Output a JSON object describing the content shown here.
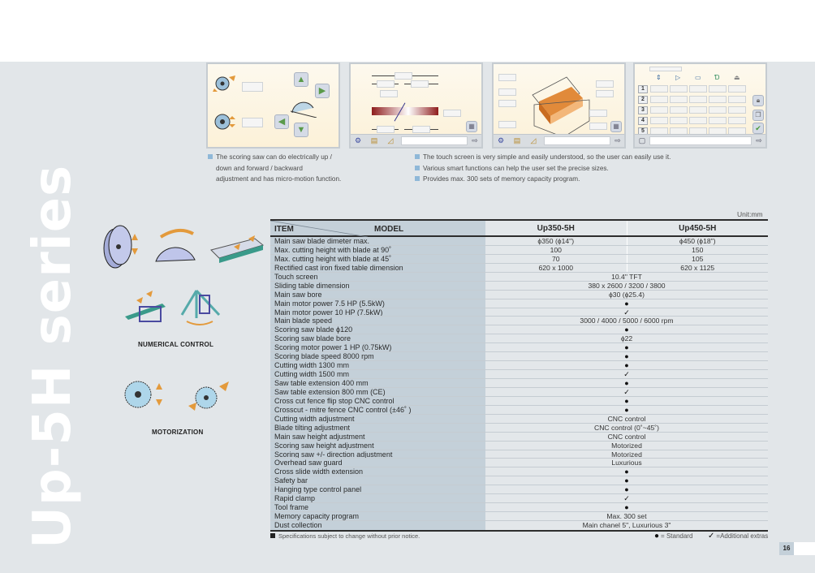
{
  "series_title": "Up-5H series",
  "panels": {
    "scoring": {
      "name": "scoring-saw-screen"
    },
    "main_blade": {
      "name": "main-blade-screen"
    },
    "workpiece": {
      "name": "workpiece-screen"
    },
    "memory": {
      "name": "memory-program-screen",
      "row_numbers": [
        "1",
        "2",
        "3",
        "4",
        "5"
      ]
    }
  },
  "captions": {
    "left": {
      "lines": [
        "The scoring saw can do electrically up /",
        "down and forward / backward",
        "adjustment and has micro-motion function."
      ]
    },
    "right": [
      "The touch screen is very simple and easily understood, so the user can easily use it.",
      "Various smart functions can help the user set the precise sizes.",
      "Provides max. 300 sets of memory capacity program."
    ]
  },
  "feature_labels": {
    "numerical_control": "NUMERICAL CONTROL",
    "motorization": "MOTORIZATION"
  },
  "table": {
    "unit": "Unit:mm",
    "header": {
      "item": "ITEM",
      "model": "MODEL",
      "models": [
        "Up350-5H",
        "Up450-5H"
      ]
    },
    "rows": [
      {
        "item": "Main saw blade dimeter max.",
        "values": [
          "ϕ350 (ϕ14\")",
          "ϕ450 (ϕ18\")"
        ]
      },
      {
        "item": "Max. cutting height with blade at 90˚",
        "values": [
          "100",
          "150"
        ]
      },
      {
        "item": "Max. cutting height with blade at 45˚",
        "values": [
          "70",
          "105"
        ]
      },
      {
        "item": "Rectified cast iron fixed table dimension",
        "values": [
          "620 x 1000",
          "620 x 1125"
        ]
      },
      {
        "item": "Touch screen",
        "value": "10.4\" TFT"
      },
      {
        "item": "Sliding table dimension",
        "value": "380 x 2600 / 3200 / 3800"
      },
      {
        "item": "Main saw bore",
        "value": "ϕ30 (ϕ25.4)"
      },
      {
        "item": "Main motor power 7.5 HP (5.5kW)",
        "value": "●"
      },
      {
        "item": "Main motor power 10 HP (7.5kW)",
        "value": "✓"
      },
      {
        "item": "Main blade speed",
        "value": "3000 / 4000 / 5000 / 6000 rpm"
      },
      {
        "item": "Scoring saw blade  ϕ120",
        "value": "●"
      },
      {
        "item": "Scoring saw blade bore",
        "value": "ϕ22"
      },
      {
        "item": "Scoring motor power 1 HP (0.75kW)",
        "value": "●"
      },
      {
        "item": "Scoring blade speed 8000 rpm",
        "value": "●"
      },
      {
        "item": "Cutting width 1300 mm",
        "value": "●"
      },
      {
        "item": "Cutting width 1500 mm",
        "value": "✓"
      },
      {
        "item": "Saw table extension 400 mm",
        "value": "●"
      },
      {
        "item": "Saw table extension 800 mm (CE)",
        "value": "✓"
      },
      {
        "item": "Cross cut fence flip stop CNC control",
        "value": "●"
      },
      {
        "item": "Crosscut - mitre fence CNC control (±46˚ )",
        "value": "●"
      },
      {
        "item": "Cutting width adjustment",
        "value": "CNC control"
      },
      {
        "item": "Blade tilting adjustment",
        "value": "CNC control (0˚~45˚)"
      },
      {
        "item": "Main saw height adjustment",
        "value": "CNC control"
      },
      {
        "item": "Scoring saw height adjustment",
        "value": "Motorized"
      },
      {
        "item": "Scoring saw +/- direction adjustment",
        "value": "Motorized"
      },
      {
        "item": "Overhead saw guard",
        "value": "Luxurious"
      },
      {
        "item": "Cross slide width extension",
        "value": "●"
      },
      {
        "item": "Safety bar",
        "value": "●"
      },
      {
        "item": "Hanging type control panel",
        "value": "●"
      },
      {
        "item": "Rapid clamp",
        "value": "✓"
      },
      {
        "item": "Tool frame",
        "value": "●"
      },
      {
        "item": "Memory capacity program",
        "value": "Max. 300 set"
      },
      {
        "item": "Dust collection",
        "value": "Main chanel 5\", Luxurious 3\""
      }
    ]
  },
  "footnote": "Specifications subject to change without prior notice.",
  "legend": {
    "standard_symbol": "●",
    "standard_label": "= Standard",
    "extra_symbol": "✓",
    "extra_label": "=Additional extras"
  },
  "page_number": "16"
}
